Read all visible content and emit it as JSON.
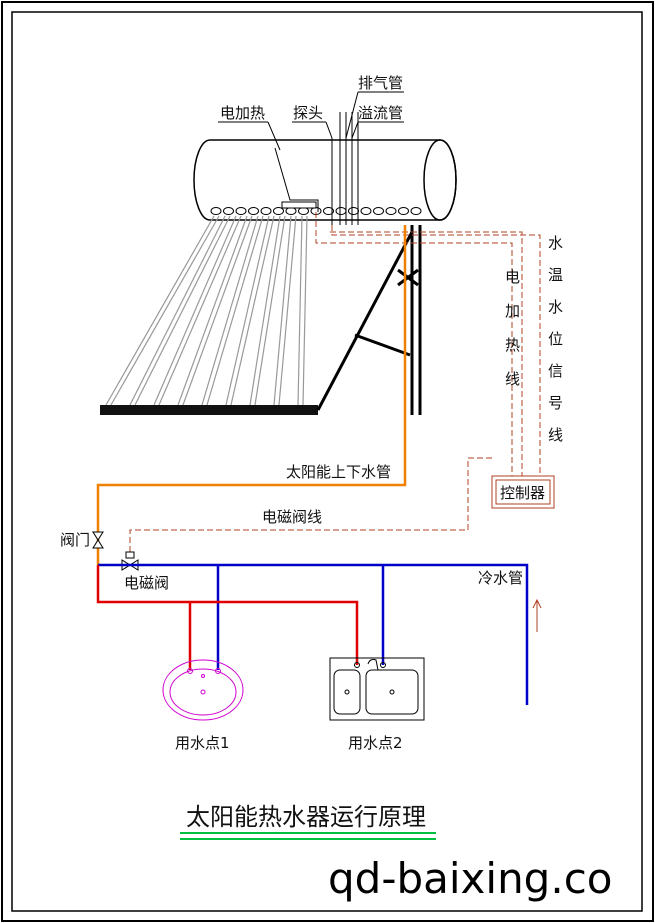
{
  "labels": {
    "heater": "电加热",
    "probe": "探头",
    "vent_pipe": "排气管",
    "overflow_pipe": "溢流管",
    "heater_wire": [
      "电",
      "加",
      "热",
      "线"
    ],
    "signal_wire": [
      "水",
      "温",
      "水",
      "位",
      "信",
      "号",
      "线"
    ],
    "controller": "控制器",
    "solar_pipe": "太阳能上下水管",
    "valve_wire": "电磁阀线",
    "valve": "阀门",
    "solenoid_valve": "电磁阀",
    "cold_pipe": "冷水管",
    "outlet1": "用水点1",
    "outlet2": "用水点2"
  },
  "title": "太阳能热水器运行原理",
  "watermark": "qd-baixing.co",
  "colors": {
    "hot_pipe": "#e00000",
    "cold_pipe": "#0000c8",
    "solar_pipe": "#f08000",
    "wire": "#b04020",
    "basin1": "#d000d0"
  }
}
